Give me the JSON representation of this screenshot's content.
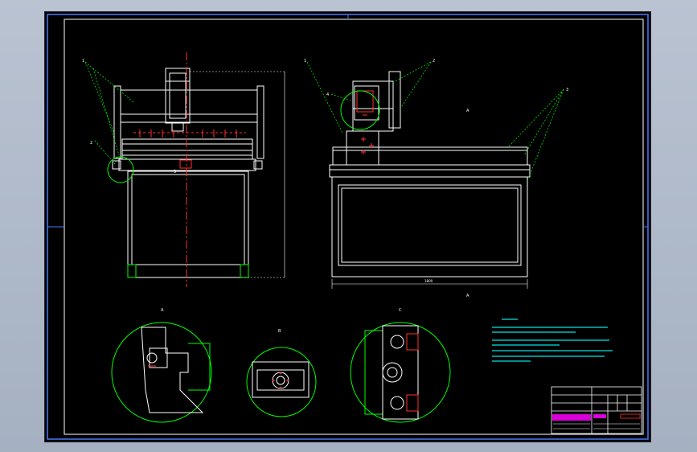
{
  "colors": {
    "background": "#000000",
    "frame": "#4a78ff",
    "linework": "#ffffff",
    "leaders": "#00ff00",
    "centerlines": "#ff3030",
    "dimensions": "#00e5e5",
    "hatch": "#00ff00",
    "title_block_fill": "#ff00ff",
    "title_label": "#ff3030"
  },
  "callouts": {
    "front_view": [
      "1",
      "2",
      "3"
    ],
    "side_view": [
      "1",
      "2",
      "3",
      "4"
    ]
  },
  "section_labels": [
    "A",
    "B",
    "C"
  ],
  "dimensions": {
    "side_width": "1800"
  }
}
